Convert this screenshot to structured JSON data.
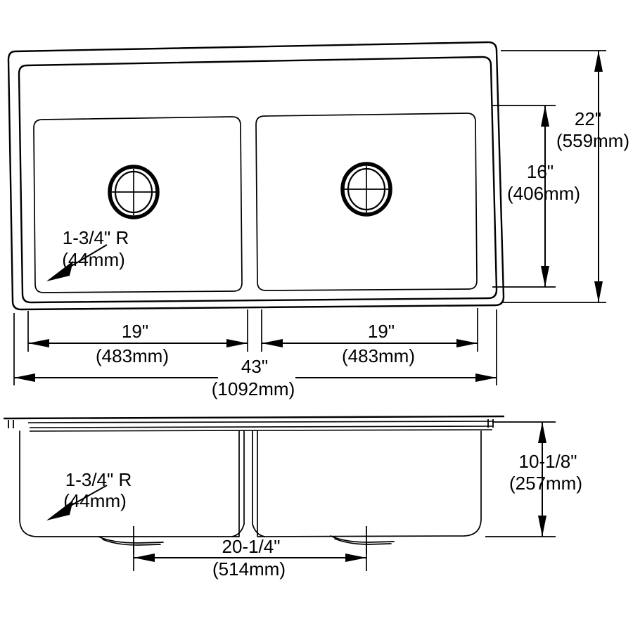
{
  "drawing": {
    "title": "Double Bowl Sink Dimensional Drawing",
    "line_color": "#000000",
    "background_color": "#ffffff",
    "views": {
      "top": "plan-view",
      "front": "front-elevation"
    }
  },
  "dimensions": {
    "overall_width": {
      "imperial": "43\"",
      "metric": "(1092mm)"
    },
    "left_bowl_width": {
      "imperial": "19\"",
      "metric": "(483mm)"
    },
    "right_bowl_width": {
      "imperial": "19\"",
      "metric": "(483mm)"
    },
    "overall_depth": {
      "imperial": "22\"",
      "metric": "(559mm)"
    },
    "bowl_depth_front_back": {
      "imperial": "16\"",
      "metric": "(406mm)"
    },
    "bowl_height": {
      "imperial": "10-1/8\"",
      "metric": "(257mm)"
    },
    "drain_spacing": {
      "imperial": "20-1/4\"",
      "metric": "(514mm)"
    },
    "corner_radius_top": {
      "imperial": "1-3/4\" R",
      "metric": "(44mm)"
    },
    "corner_radius_front": {
      "imperial": "1-3/4\" R",
      "metric": "(44mm)"
    }
  }
}
